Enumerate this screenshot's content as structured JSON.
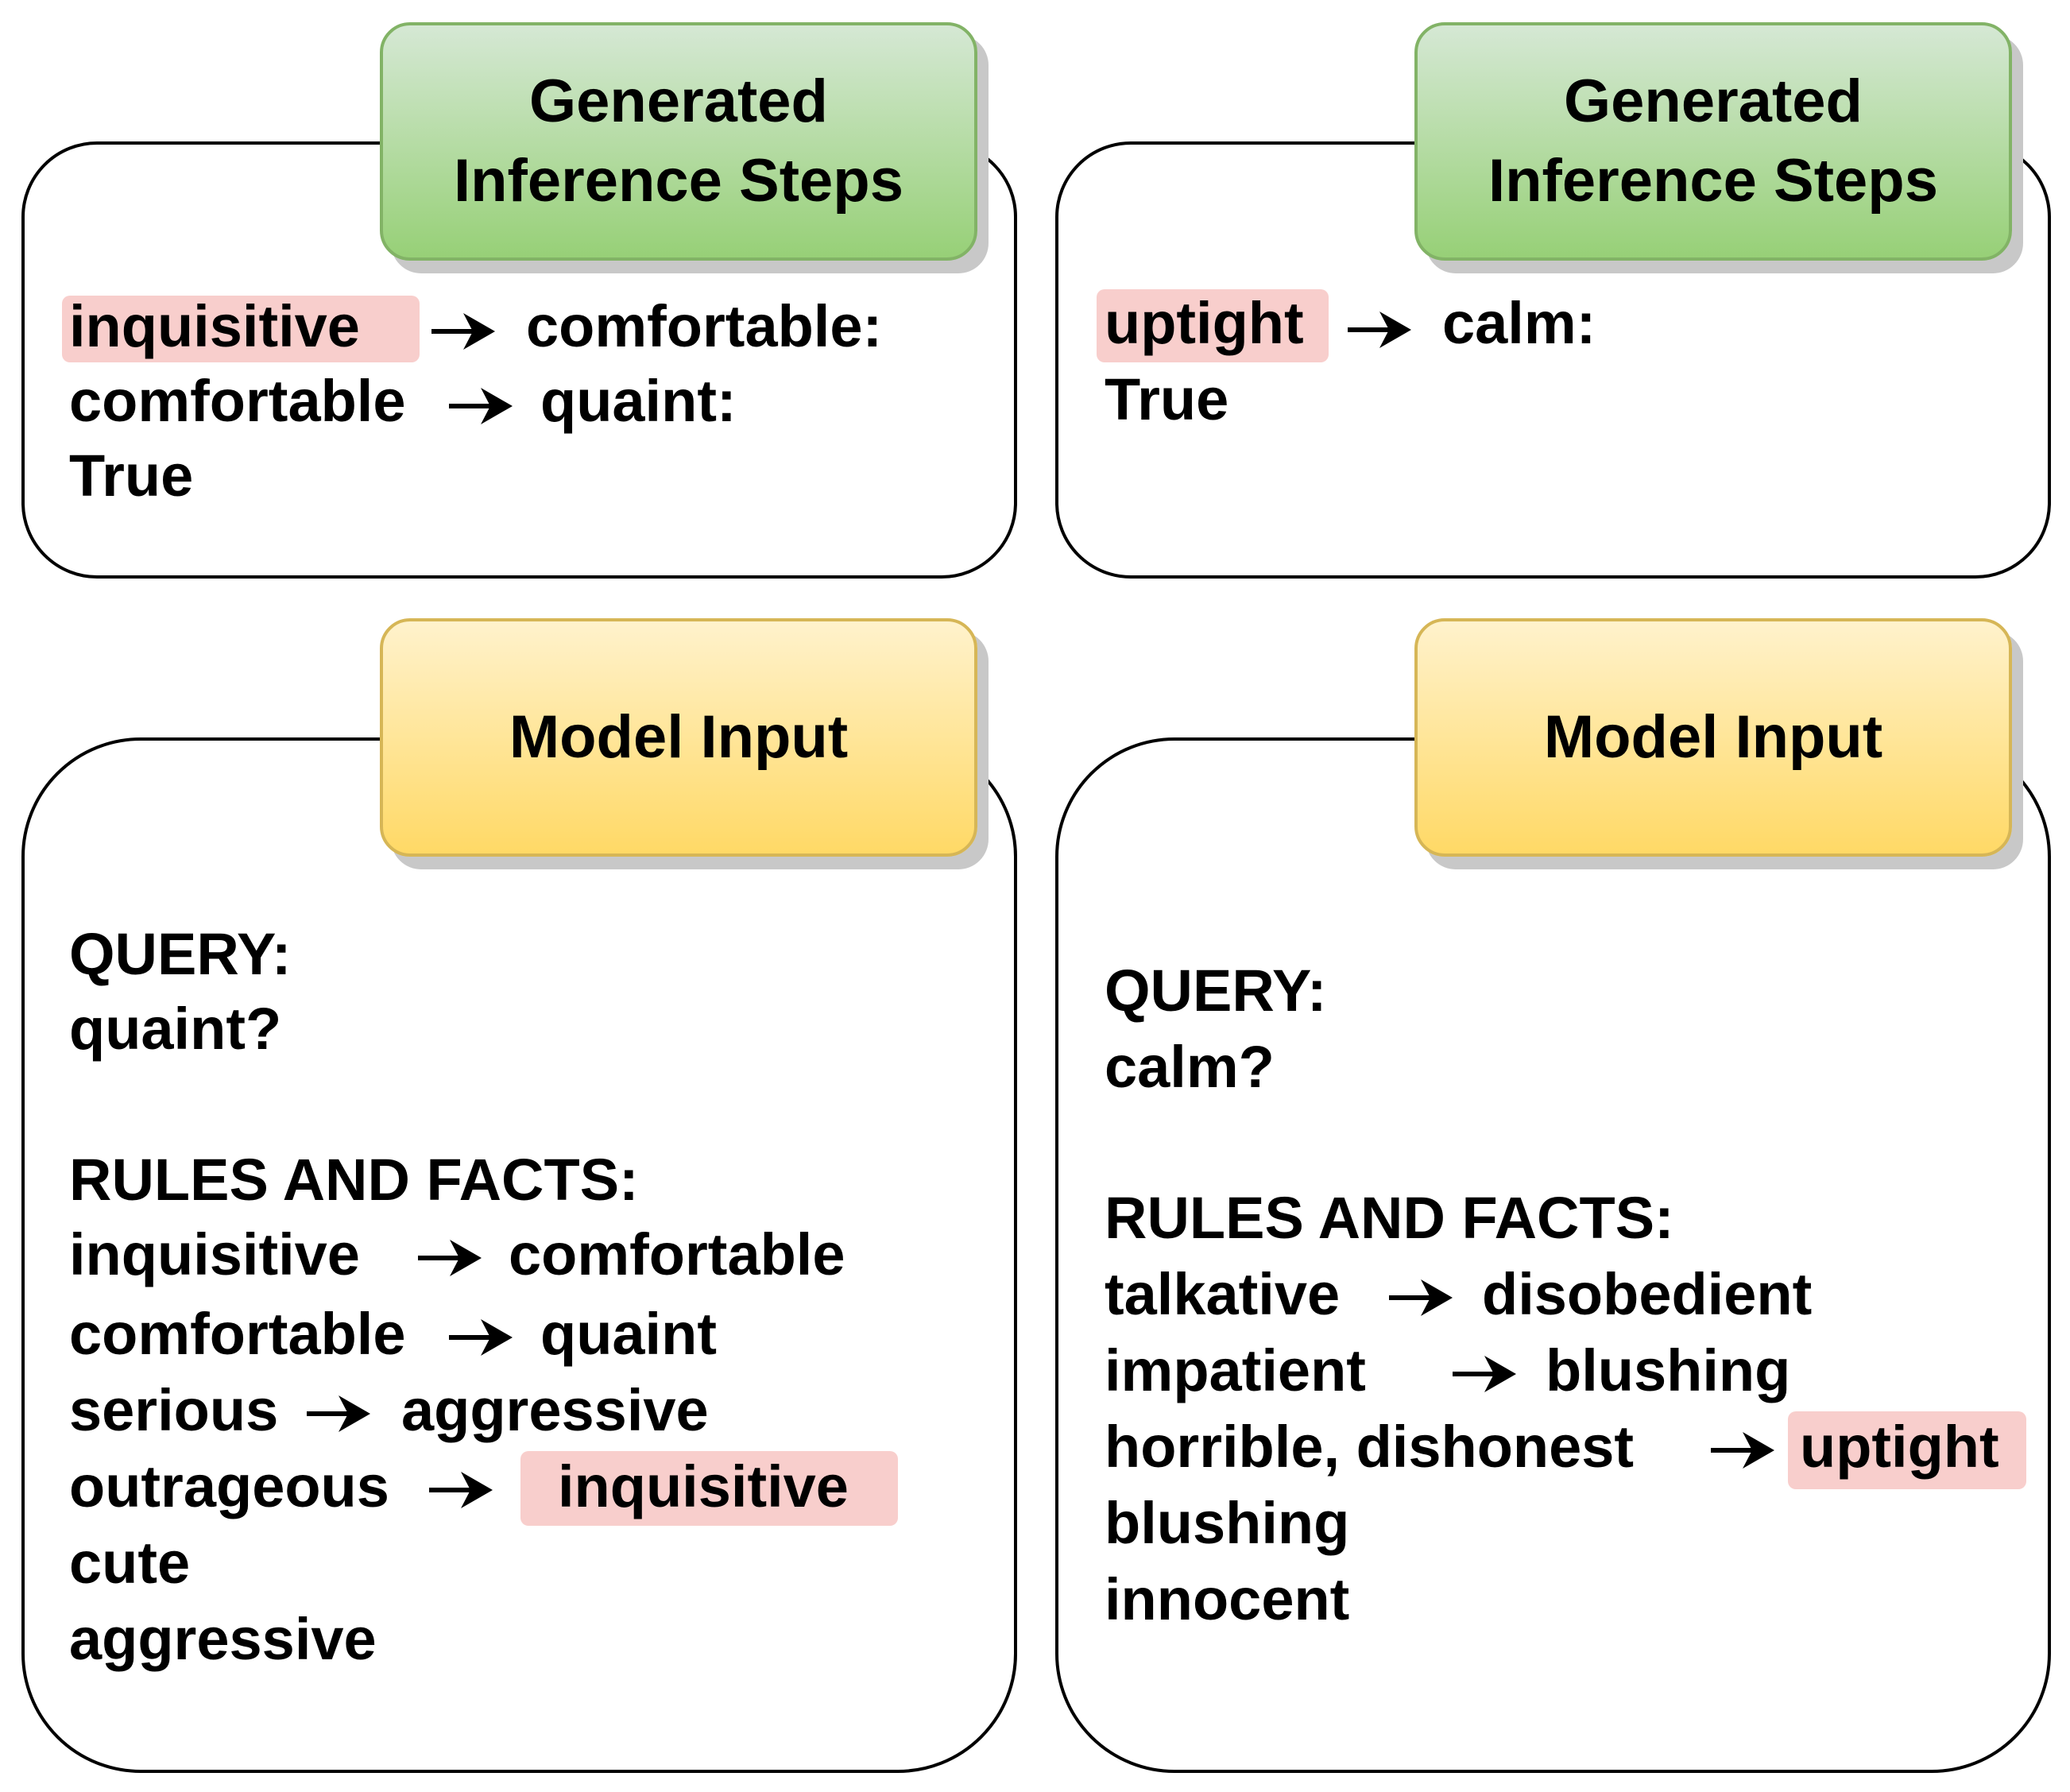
{
  "panels": {
    "top_left": {
      "tab_title_line1": "Generated",
      "tab_title_line2": "Inference Steps",
      "steps": [
        {
          "from": "inquisitive",
          "to": "comfortable:"
        },
        {
          "from": "comfortable",
          "to": "quaint:"
        }
      ],
      "result": "True"
    },
    "top_right": {
      "tab_title_line1": "Generated",
      "tab_title_line2": "Inference Steps",
      "steps": [
        {
          "from": "uptight",
          "to": "calm:"
        }
      ],
      "result": "True"
    },
    "bottom_left": {
      "tab_title": "Model Input",
      "query_label": "QUERY:",
      "query": "quaint?",
      "rules_label": "RULES AND FACTS:",
      "rules": [
        {
          "from": "inquisitive",
          "to": "comfortable"
        },
        {
          "from": "comfortable",
          "to": "quaint"
        },
        {
          "from": "serious",
          "to": "aggressive"
        },
        {
          "from": "outrageous",
          "to": "inquisitive"
        }
      ],
      "facts": [
        "cute",
        "aggressive"
      ]
    },
    "bottom_right": {
      "tab_title": "Model Input",
      "query_label": "QUERY:",
      "query": "calm?",
      "rules_label": "RULES AND FACTS:",
      "rules": [
        {
          "from": "talkative",
          "to": "disobedient"
        },
        {
          "from": "impatient",
          "to": "blushing"
        },
        {
          "from": "horrible, dishonest",
          "to": "uptight"
        }
      ],
      "facts": [
        "blushing",
        "innocent"
      ]
    }
  },
  "colors": {
    "highlight": "#f8cecc",
    "green_fill_top": "#d5e8d4",
    "green_fill_bottom": "#97d077",
    "yellow_fill_top": "#fff2cc",
    "yellow_fill_bottom": "#ffd966"
  }
}
